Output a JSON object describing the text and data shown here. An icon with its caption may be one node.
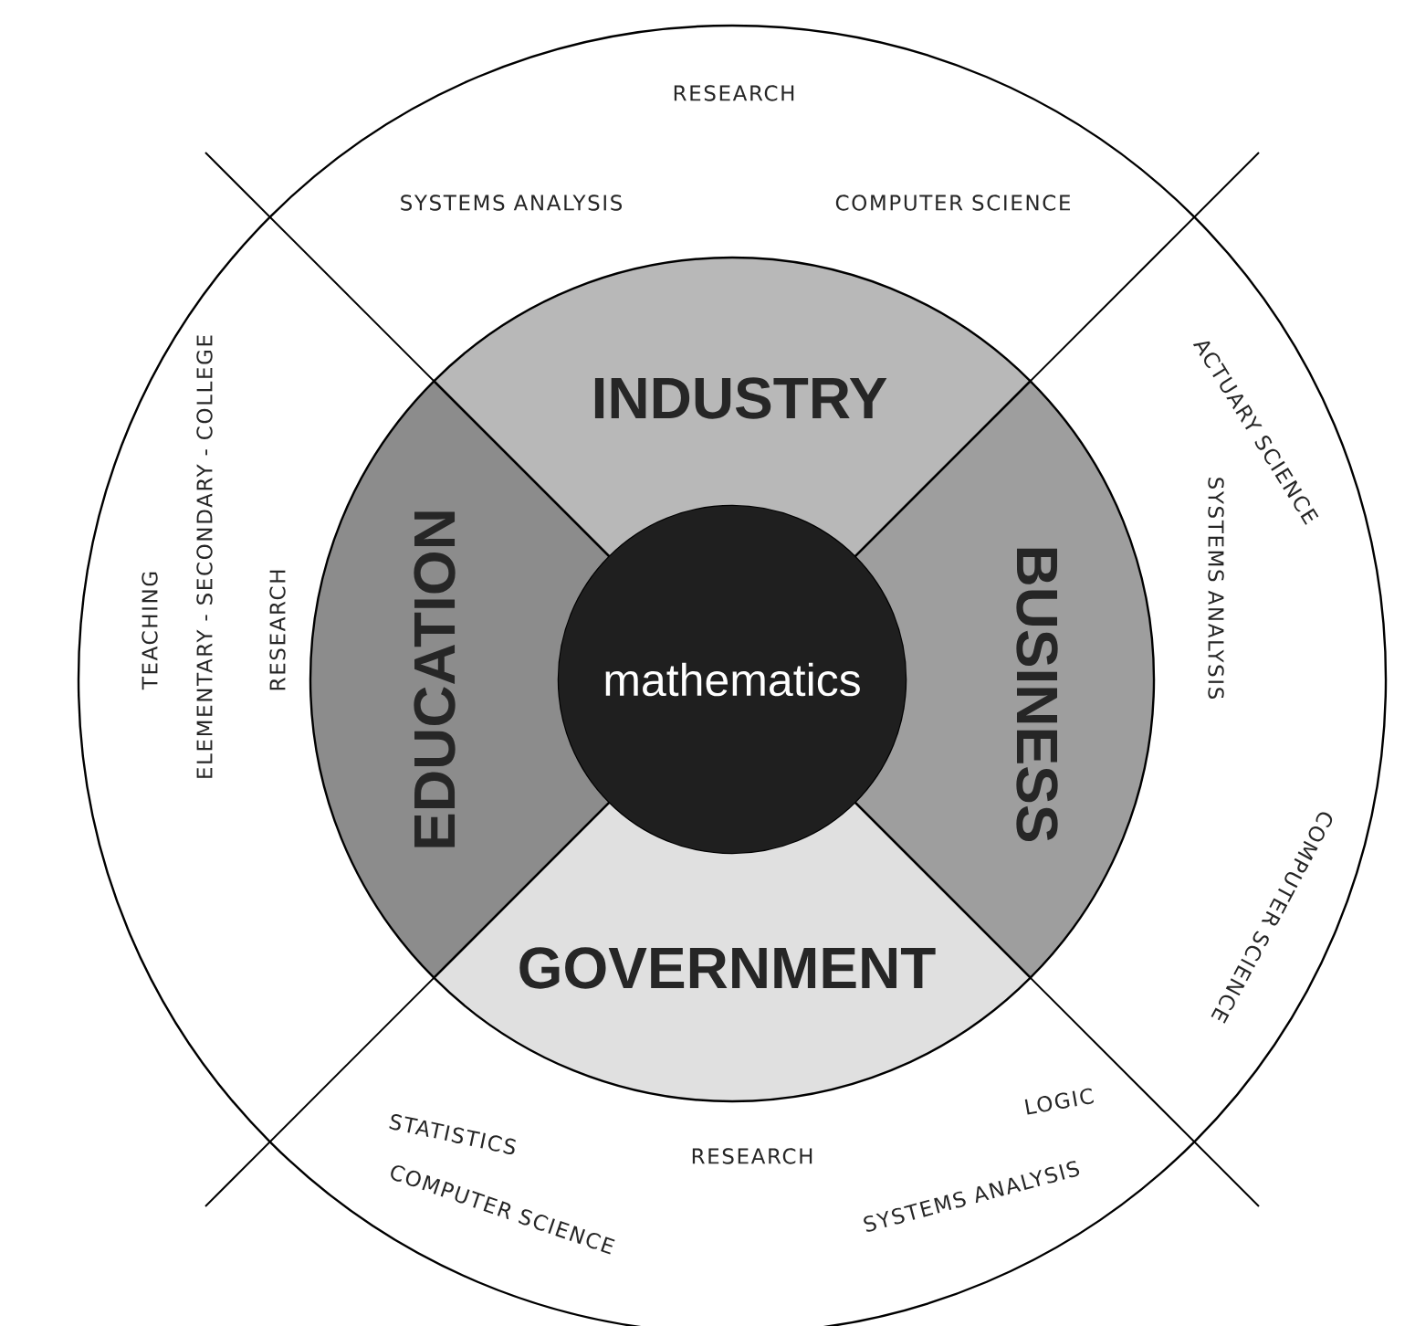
{
  "diagram": {
    "nodes": [
      {
        "text": [
          "mathematics"
        ]
      },
      {
        "text": [
          "INDUSTRY"
        ]
      },
      {
        "text": [
          "BUSINESS"
        ]
      },
      {
        "text": [
          "GOVERNMENT"
        ]
      },
      {
        "text": [
          "EDUCATION"
        ]
      }
    ],
    "labels": [
      "RESEARCH",
      "SYSTEMS ANALYSIS",
      "COMPUTER SCIENCE",
      "ACTUARY SCIENCE",
      "SYSTEMS ANALYSIS",
      "COMPUTER SCIENCE",
      "LOGIC",
      "SYSTEMS ANALYSIS",
      "RESEARCH",
      "STATISTICS",
      "COMPUTER SCIENCE",
      "TEACHING",
      "ELEMENTARY - SECONDARY - COLLEGE",
      "RESEARCH"
    ]
  }
}
